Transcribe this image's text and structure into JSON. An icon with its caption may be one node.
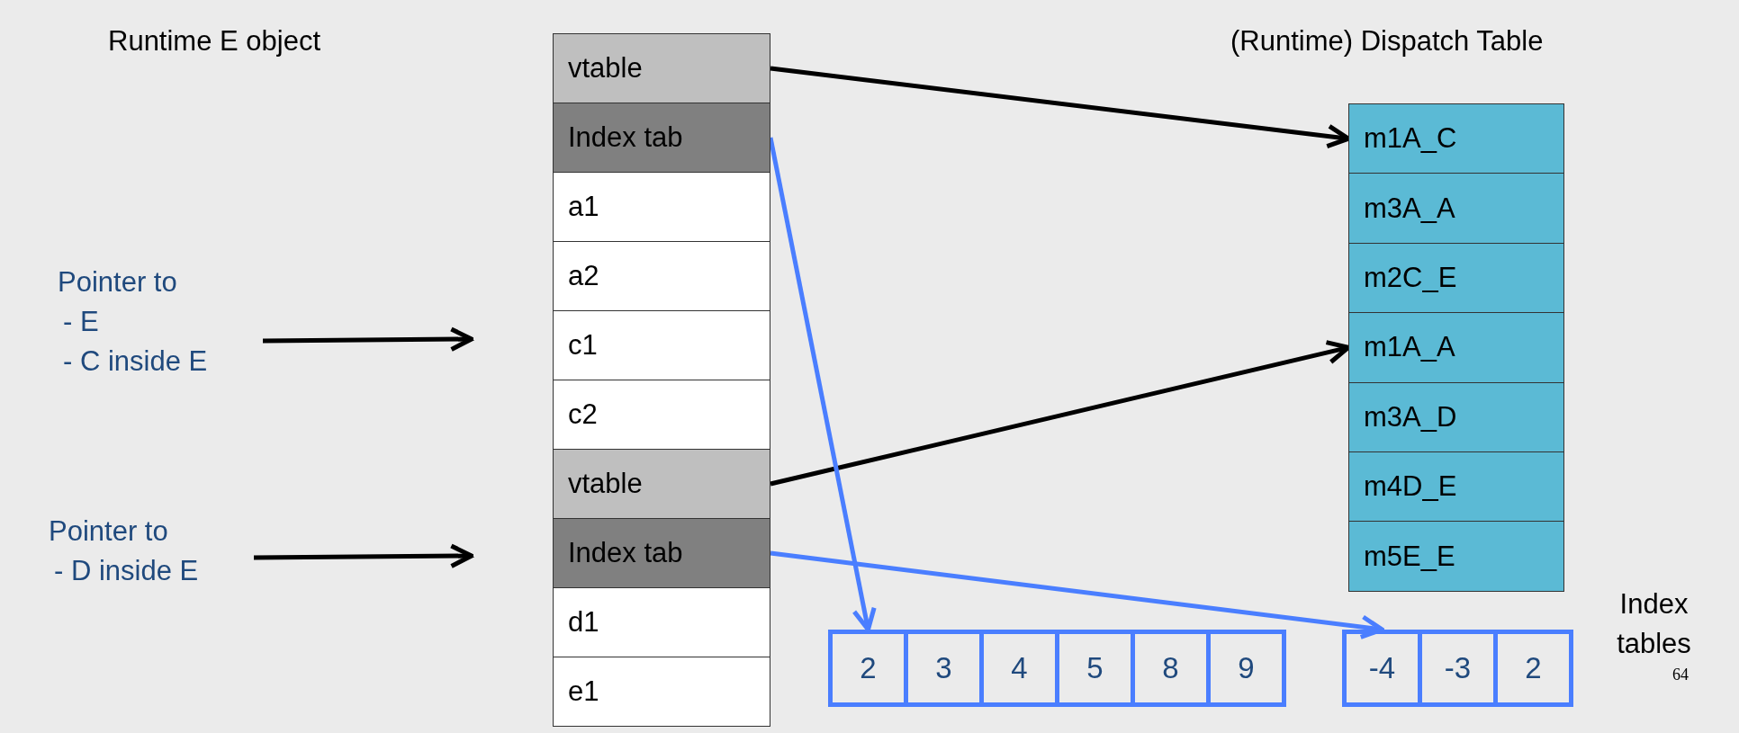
{
  "diagram": {
    "nodes": [
      {
        "text": [
          "Pointer to",
          "- E",
          "- C inside E"
        ]
      },
      {
        "text": [
          "Pointer to",
          "- D inside E"
        ]
      },
      {
        "text": [
          "vtable"
        ]
      },
      {
        "text": [
          "Index tab"
        ]
      },
      {
        "text": [
          "a1"
        ]
      },
      {
        "text": [
          "a2"
        ]
      },
      {
        "text": [
          "c1"
        ]
      },
      {
        "text": [
          "c2"
        ]
      },
      {
        "text": [
          "vtable"
        ]
      },
      {
        "text": [
          "Index tab"
        ]
      },
      {
        "text": [
          "d1"
        ]
      },
      {
        "text": [
          "e1"
        ]
      },
      {
        "text": [
          "m1A_C"
        ]
      },
      {
        "text": [
          "m3A_A"
        ]
      },
      {
        "text": [
          "m2C_E"
        ]
      },
      {
        "text": [
          "m1A_A"
        ]
      },
      {
        "text": [
          "m3A_D"
        ]
      },
      {
        "text": [
          "m4D_E"
        ]
      },
      {
        "text": [
          "m5E_E"
        ]
      },
      {
        "text": [
          "2"
        ]
      },
      {
        "text": [
          "3"
        ]
      },
      {
        "text": [
          "4"
        ]
      },
      {
        "text": [
          "5"
        ]
      },
      {
        "text": [
          "8"
        ]
      },
      {
        "text": [
          "9"
        ]
      },
      {
        "text": [
          "-4"
        ]
      },
      {
        "text": [
          "-3"
        ]
      },
      {
        "text": [
          "2"
        ]
      }
    ],
    "edges": [
      {
        "from": 0,
        "to": null,
        "arrow": "to"
      },
      {
        "from": 1,
        "to": null,
        "arrow": "to"
      },
      {
        "from": 2,
        "to": 12,
        "arrow": "to"
      },
      {
        "from": 8,
        "to": 15,
        "arrow": "to"
      },
      {
        "from": 3,
        "to": 19,
        "arrow": "to",
        "color": "#4a7eff"
      },
      {
        "from": 9,
        "to": 25,
        "arrow": "to",
        "color": "#4a7eff"
      }
    ],
    "labels": [
      "Runtime E object",
      "(Runtime) Dispatch Table",
      "Index tables",
      "64"
    ]
  }
}
